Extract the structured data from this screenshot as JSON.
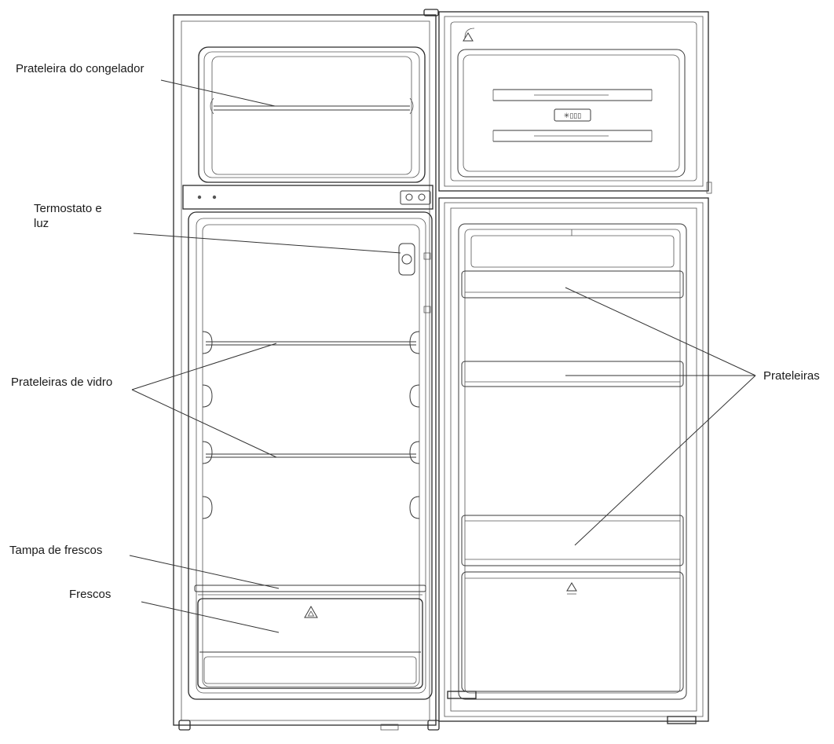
{
  "labels": {
    "freezer_shelf": "Prateleira do congelador",
    "thermostat_line1": "Termostato e",
    "thermostat_line2": "luz",
    "glass_shelves": "Prateleiras de vidro",
    "crisper_cover": "Tampa de frescos",
    "crisper": "Frescos",
    "door_shelves": "Prateleiras"
  },
  "icons": {
    "fridge": "refrigerator-line-drawing",
    "marker": "triangle-symbol"
  },
  "colors": {
    "line": "#2a2a2a",
    "text": "#1a1a1a",
    "background": "#ffffff"
  }
}
